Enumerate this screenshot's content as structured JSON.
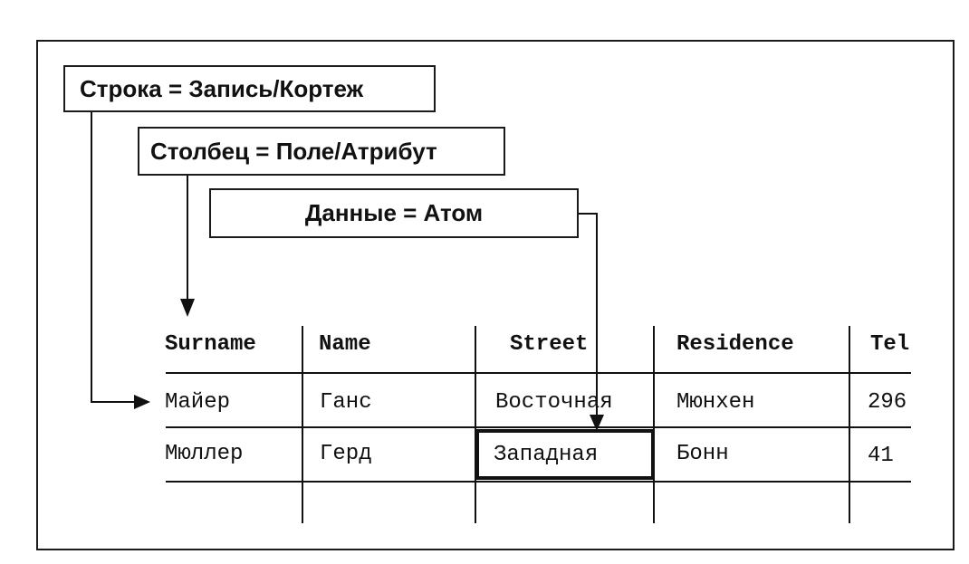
{
  "labels": {
    "row": "Строка = Запись/Кортеж",
    "column": "Столбец = Поле/Атрибут",
    "data": "Данные = Атом"
  },
  "table": {
    "columns": [
      "Surname",
      "Name",
      "Street",
      "Residence",
      "Tel"
    ],
    "rows": [
      [
        "Майер",
        "Ганс",
        "Восточная",
        "Мюнхен",
        "296"
      ],
      [
        "Мюллер",
        "Герд",
        "Западная",
        "Бонн",
        "41"
      ]
    ],
    "highlighted_cell": {
      "row": 1,
      "column": 2
    }
  },
  "colors": {
    "ink": "#111111",
    "background": "#ffffff"
  }
}
